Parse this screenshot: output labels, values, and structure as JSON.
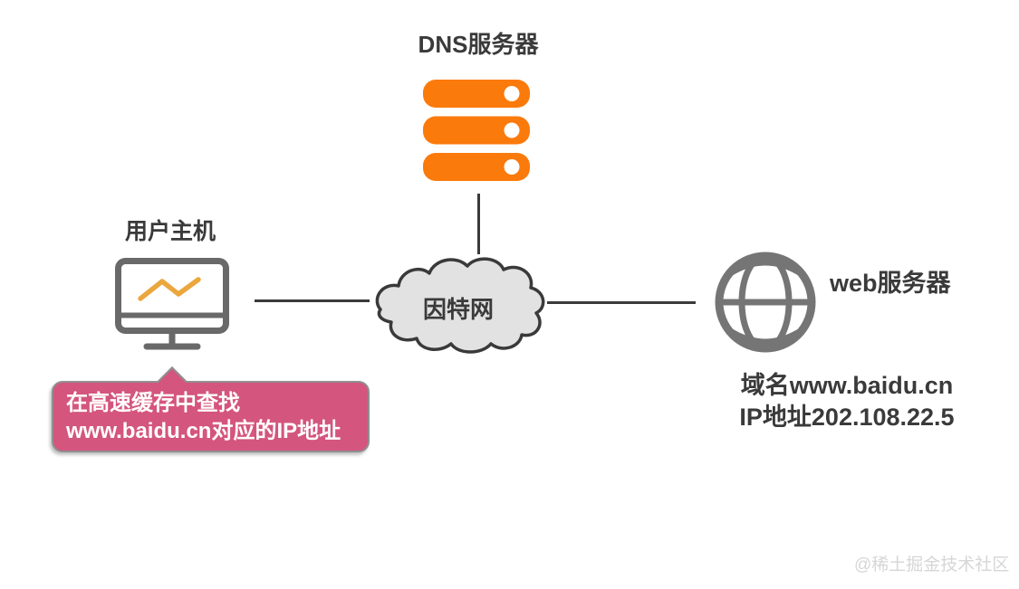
{
  "nodes": {
    "dns": {
      "label": "DNS服务器",
      "icon": "server-stack-icon"
    },
    "user_host": {
      "label": "用户主机",
      "icon": "monitor-icon"
    },
    "internet": {
      "label": "因特网",
      "icon": "cloud-shape"
    },
    "web_server": {
      "label": "web服务器",
      "icon": "globe-icon"
    }
  },
  "web_info": {
    "domain": "域名www.baidu.cn",
    "ip": "IP地址202.108.22.5"
  },
  "callout": {
    "line1": "在高速缓存中查找",
    "line2": "www.baidu.cn对应的IP地址"
  },
  "watermark": "@稀土掘金技术社区",
  "colors": {
    "server_orange": "#fb7a0c",
    "callout_pink": "#d4557e",
    "callout_border_gray": "#8f8f8f",
    "icon_gray": "#696969",
    "globe_gray": "#757575",
    "line_dark": "#3a3a3a",
    "cloud_fill": "#e2e2e2",
    "chart_amber": "#eba73d",
    "watermark_gray": "#d6d6d6",
    "text_dark": "#3a3a3a"
  }
}
